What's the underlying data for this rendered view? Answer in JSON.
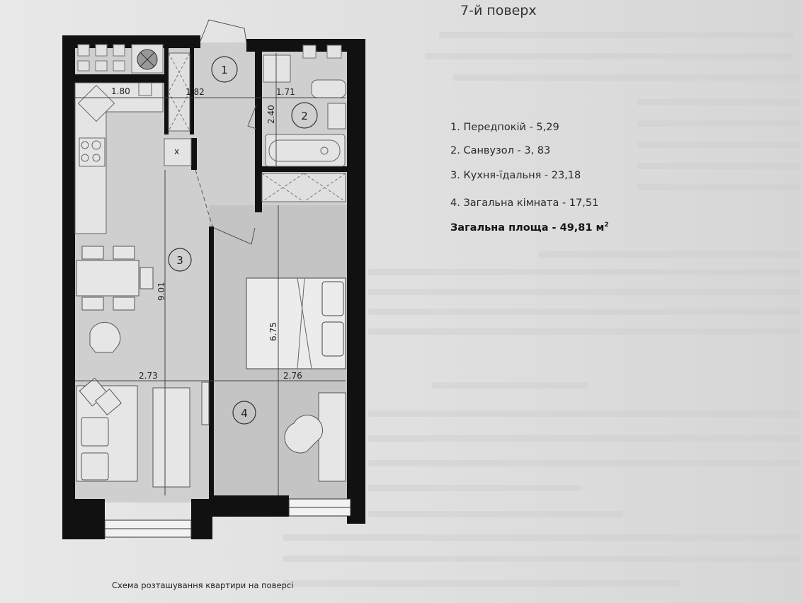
{
  "header": {
    "floor_title": "7-й поверх"
  },
  "legend": {
    "items": [
      {
        "label": "1. Передпокій - 5,29"
      },
      {
        "label": "2. Санвузол - 3, 83"
      },
      {
        "label": "3. Кухня-їдальня - 23,18"
      },
      {
        "label": "4. Загальна кімната - 17,51"
      }
    ],
    "total_label": "Загальна площа - 49,81 м",
    "total_unit_sup": "2"
  },
  "plan": {
    "room_numbers": [
      "1",
      "2",
      "3",
      "4"
    ],
    "dimensions": {
      "kitchen_width_top": "1.80",
      "hall_width": "1.82",
      "bath_width": "1.71",
      "bath_length": "2.40",
      "kitchen_length": "9.01",
      "room_length": "6.75",
      "kitchen_width_bottom": "2.73",
      "room_width": "2.76"
    },
    "cabinet_mark": "x"
  },
  "caption": "Схема розташування квартири на поверсі"
}
